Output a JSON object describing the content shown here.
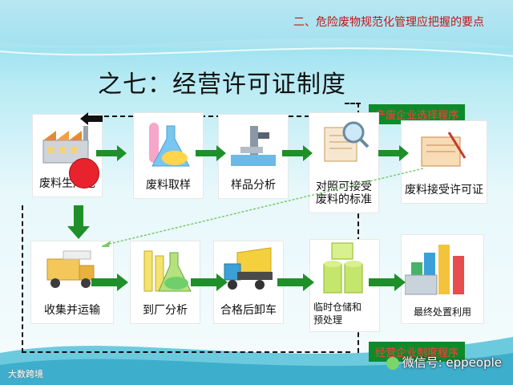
{
  "header": {
    "section_title": "二、危险废物规范化管理应把握的要点"
  },
  "heading": "之七：经营许可证制度",
  "top_box": "产废企业选择程序",
  "bottom_box": "经营企业制度程序",
  "steps": [
    {
      "label": "废料生产地",
      "icon": "factory-icon"
    },
    {
      "label": "废料取样",
      "icon": "flask-icon"
    },
    {
      "label": "样品分析",
      "icon": "microscope-icon"
    },
    {
      "label": "对照可接受\n废料的标准",
      "icon": "document-magnifier-icon"
    },
    {
      "label": "废料接受许可证",
      "icon": "certificate-icon"
    },
    {
      "label": "收集并运输",
      "icon": "truck-icon"
    },
    {
      "label": "到厂分析",
      "icon": "flask-icon"
    },
    {
      "label": "合格后卸车",
      "icon": "dump-truck-icon"
    },
    {
      "label": "临时仓储和\n预处理",
      "icon": "storage-tank-icon"
    },
    {
      "label": "最终处置利用",
      "icon": "plant-icon"
    }
  ],
  "watermark": {
    "wechat": "微信号: eppeople",
    "logo": "大数跨境"
  },
  "colors": {
    "arrow": "#1f8f2a",
    "red_dot": "#e8232e",
    "title_red": "#c21414",
    "box_green": "#0f8a2a"
  }
}
